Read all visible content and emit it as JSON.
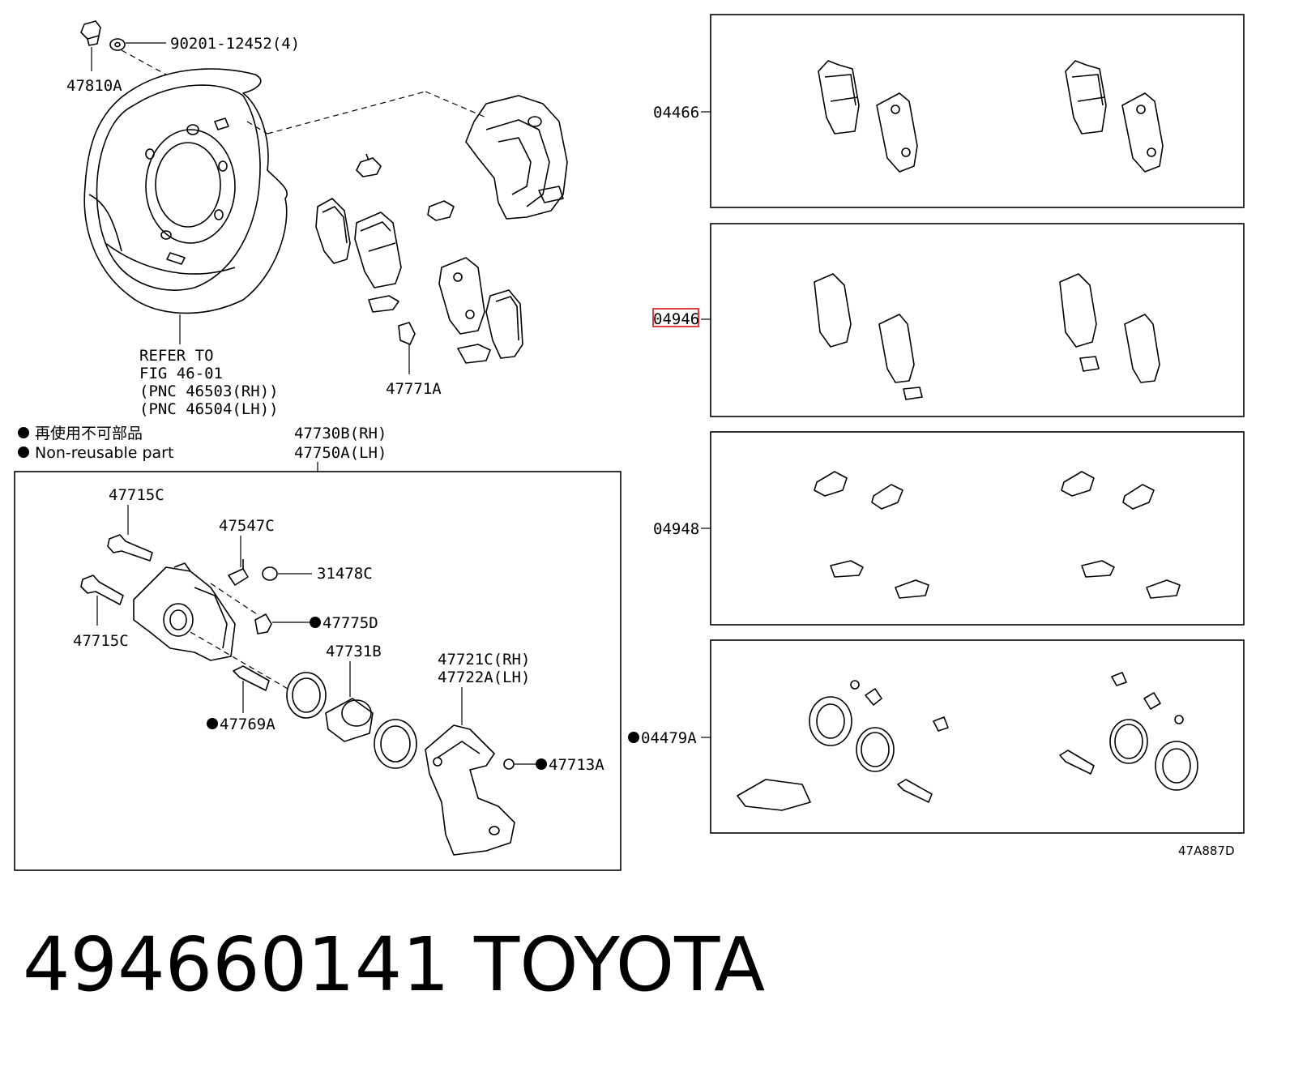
{
  "diagram": {
    "labels": {
      "bolt_47810A": "47810A",
      "washer_90201": "90201-12452(4)",
      "refer_line1": "REFER TO",
      "refer_line2": "FIG 46-01",
      "refer_line3": "(PNC 46503(RH))",
      "refer_line4": "(PNC 46504(LH))",
      "clip_47771A": "47771A",
      "caliper_rh": "47730B(RH)",
      "caliper_lh": "47750A(LH)",
      "pin_47715C_top": "47715C",
      "pin_47715C_bottom": "47715C",
      "bleeder_47547C": "47547C",
      "cap_31478C": "31478C",
      "boot_47775D": "47775D",
      "piston_47731B": "47731B",
      "mount_rh": "47721C(RH)",
      "mount_lh": "47722A(LH)",
      "pin_47769A": "47769A",
      "boot_47713A": "47713A",
      "kit_04466": "04466",
      "kit_04946": "04946",
      "kit_04948": "04948",
      "kit_04479A": "04479A",
      "figure_code": "47A887D"
    },
    "legend": {
      "line_jp": "再使用不可部品",
      "line_en": "Non-reusable part"
    }
  },
  "caption": {
    "part_number": "494660141",
    "brand": "TOYOTA"
  },
  "highlight": {
    "target_label": "04946",
    "color": "#e0282a"
  }
}
